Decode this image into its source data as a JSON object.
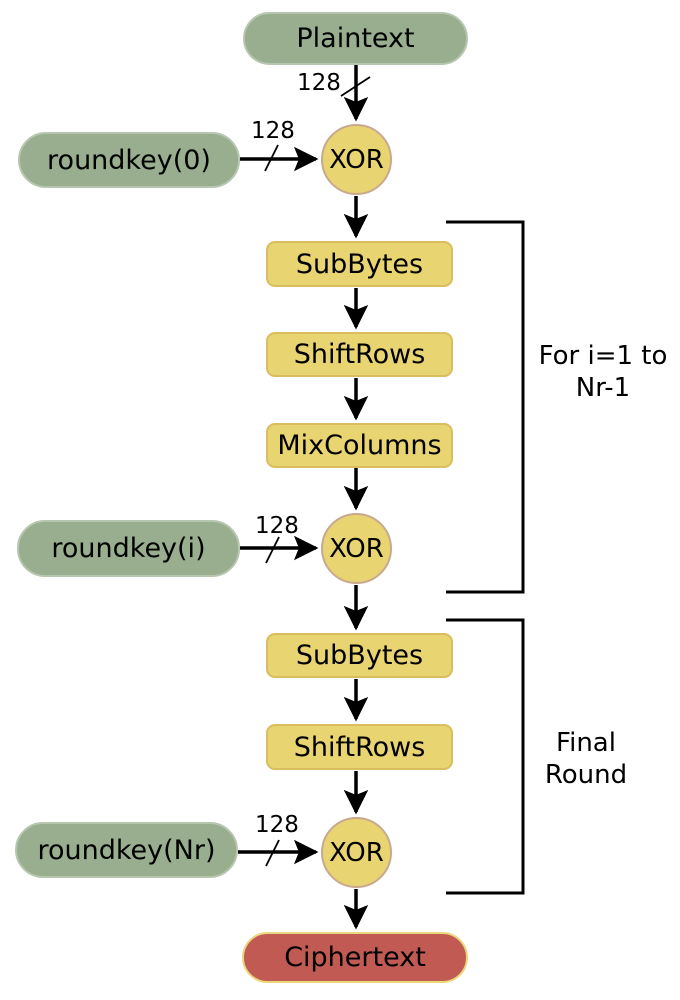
{
  "colors": {
    "green_fill": "#98ae8e",
    "green_border": "#b7c6af",
    "yellow_fill": "#e8d471",
    "yellow_border": "#d9bd5f",
    "circle_border": "#c9a98e",
    "red_fill": "#c05a53",
    "red_border": "#ead87d",
    "line": "#000000"
  },
  "nodes": {
    "plaintext": "Plaintext",
    "roundkey_0": "roundkey(0)",
    "roundkey_i": "roundkey(i)",
    "roundkey_nr": "roundkey(Nr)",
    "xor": "XOR",
    "sub_bytes": "SubBytes",
    "shift_rows": "ShiftRows",
    "mix_columns": "MixColumns",
    "ciphertext": "Ciphertext"
  },
  "labels": {
    "bus_width": "128",
    "loop_line1": "For i=1 to",
    "loop_line2": "Nr-1",
    "final_line1": "Final",
    "final_line2": "Round"
  }
}
